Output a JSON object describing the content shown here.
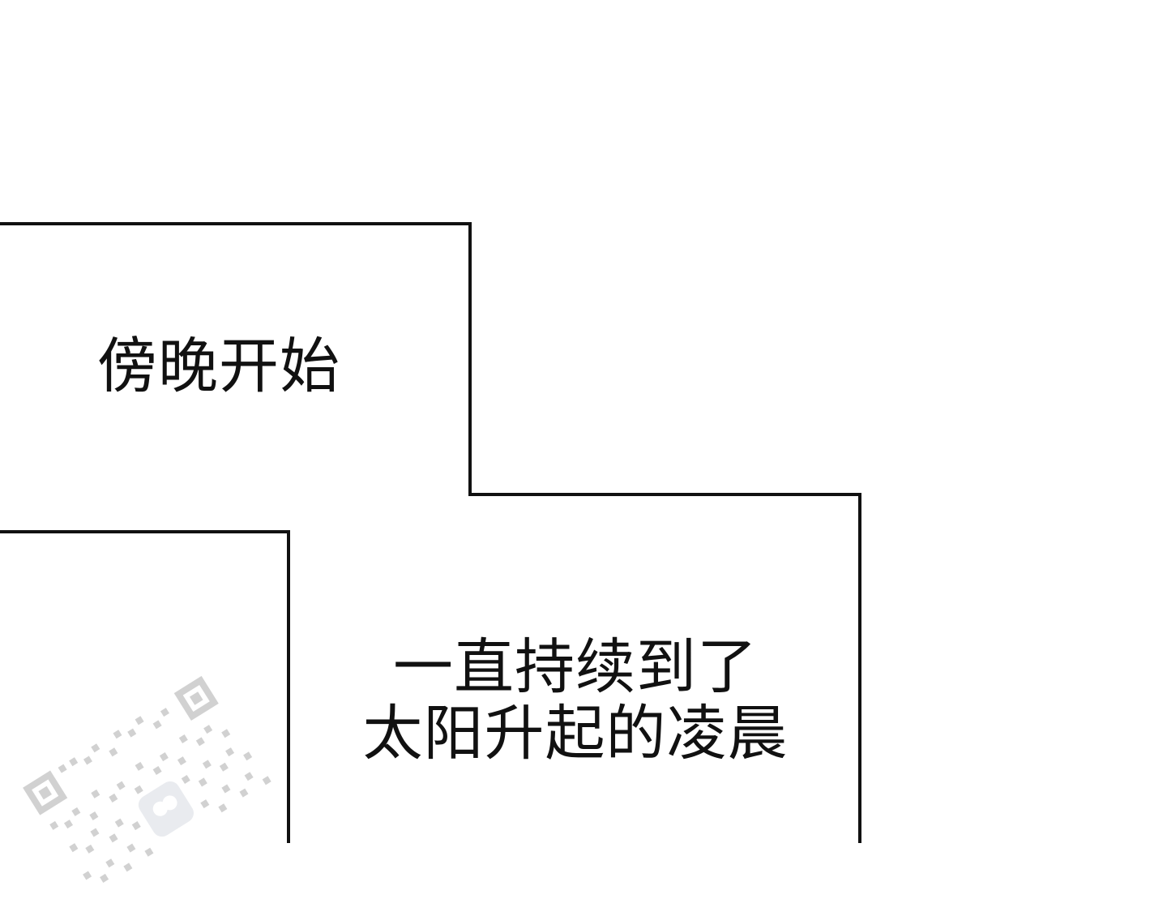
{
  "panels": {
    "top_caption": "傍晚开始",
    "bottom_caption_line1": "一直持续到了",
    "bottom_caption_line2": "太阳升起的凌晨"
  },
  "watermark": {
    "icon": "qr-code-icon"
  }
}
